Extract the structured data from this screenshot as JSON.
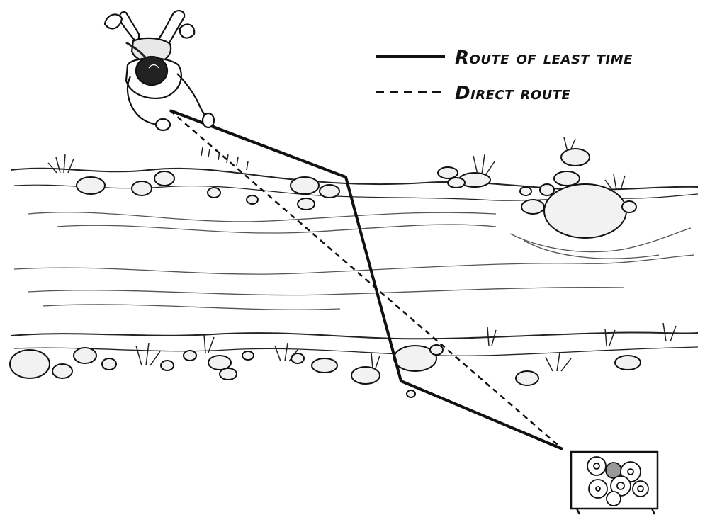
{
  "legend": {
    "items": [
      {
        "label": "Route of least time",
        "style": "solid"
      },
      {
        "label": "Direct route",
        "style": "dashed"
      }
    ]
  },
  "colors": {
    "ink": "#111111",
    "paper": "#ffffff",
    "stone_fill": "#f2f2f2"
  },
  "icons": [
    "runner-figure",
    "donut-box"
  ]
}
